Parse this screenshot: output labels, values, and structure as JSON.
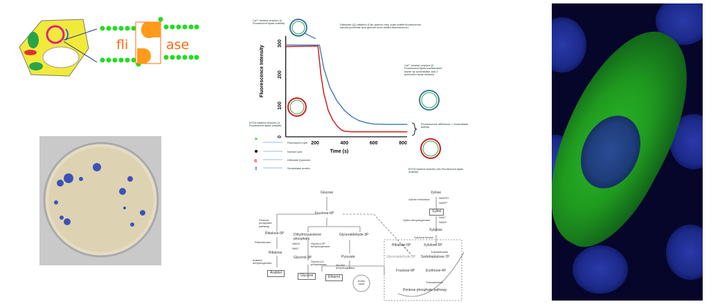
{
  "logo": {
    "text_left": "fli",
    "text_right": "ase",
    "colors": {
      "cell": "#f2ea3a",
      "lipid_head": "#22dd22",
      "text": "#ff6a13"
    }
  },
  "chart_data": {
    "type": "line",
    "xlabel": "Time (s)",
    "ylabel": "Fluorescence Intensity",
    "xlim": [
      0,
      830
    ],
    "ylim": [
      0,
      310
    ],
    "xticks": [
      "200",
      "400",
      "600",
      "800"
    ],
    "yticks": [
      "0",
      "100",
      "200",
      "300"
    ],
    "series": [
      {
        "name": "Ca2+ treated vesicles",
        "color": "#4a7fc1",
        "x": [
          0,
          230,
          260,
          300,
          350,
          400,
          450,
          500,
          550,
          600,
          700,
          830
        ],
        "y": [
          295,
          295,
          220,
          160,
          115,
          85,
          65,
          52,
          45,
          41,
          40,
          40
        ]
      },
      {
        "name": "EGTA treated vesicles",
        "color": "#cc1e1e",
        "x": [
          0,
          220,
          240,
          260,
          290,
          320,
          350,
          380,
          400,
          450,
          600,
          830
        ],
        "y": [
          290,
          292,
          200,
          140,
          85,
          55,
          35,
          22,
          18,
          16,
          16,
          16
        ]
      }
    ],
    "annotations": {
      "top_left": "Ca²⁺ treated vesicles (4 Fluorescent lipids outside)",
      "arrow": "Dithionite (Q) addition (Can quench only outer leaflet fluorescence, cannot permeate and quench inner leaflet fluorescence)",
      "right_top": "Ca²⁺ treated vesicles (2 Fluorescent lipids translocated inside by scramblase and 2 quenched lipids outside)",
      "bottom_left": "EGTA treated vesicles (4 Fluorescent lipids outside)",
      "difference": "Fluorescence difference = Scramblase activity",
      "right_bottom": "EGTA treated vesicles (No Fluorescent lipids outside)"
    },
    "legend": [
      {
        "symbol": "star",
        "label": "Fluorescent Lipid"
      },
      {
        "symbol": "dot",
        "label": "Normal Lipid"
      },
      {
        "symbol": "q",
        "label": "Dithionite Quencher"
      },
      {
        "symbol": "double-arrow",
        "label": "Scramblase protein"
      }
    ]
  },
  "pathway": {
    "glucose": "Glucose",
    "f6p": "Fructose-6P",
    "ppp_left": "Pentose phosphate pathway",
    "ribulose5p": "Ribulose-5P",
    "ribulokinase": "Ribulokinase",
    "ribulose": "Ribulose",
    "arabitol_dh": "Arabitol dehydrogenase",
    "arabitol": "Arabitol",
    "dhap": "Dihydroxyacetone phosphate",
    "g3p": "Glyceraldehyde-3P",
    "nadh": "NADH",
    "nad": "NAD⁺",
    "g3p_dh": "Glycerol-3P dehydrogenase",
    "glycerol3p": "Glycerol-3P",
    "g3pase": "Glycerol-3-phosphatase",
    "glycerol": "Glycerol",
    "pyruvate": "Pyruvate",
    "adh": "Alcohol dehydrogenase",
    "ethanol": "Ethanol",
    "krebs": "Krebs cycle",
    "xylose": "Xylose",
    "xr": "Xylose reductase",
    "nadph": "NADPH",
    "nadp": "NADP⁺",
    "xylitol": "Xylitol",
    "xdh": "Xylitol dehydrogenase",
    "nad2": "NAD⁺",
    "nadh2": "NADH",
    "xylulose": "Xylulose",
    "xk": "Xylulose kinase",
    "ppp_ribulose5p": "Ribulose-5P",
    "xylulose5p": "Xylulose-5P",
    "transketolase": "Transketolase",
    "ppp_g3p": "Glyceraldehyde-3P",
    "s7p": "Sedoheptulose-7P",
    "ppp_f6p": "Fructose-6P",
    "e4p": "Erythrose-4P",
    "transaldolase": "Transaldolase",
    "ppp_title": "Pentose phosphate pathway"
  }
}
